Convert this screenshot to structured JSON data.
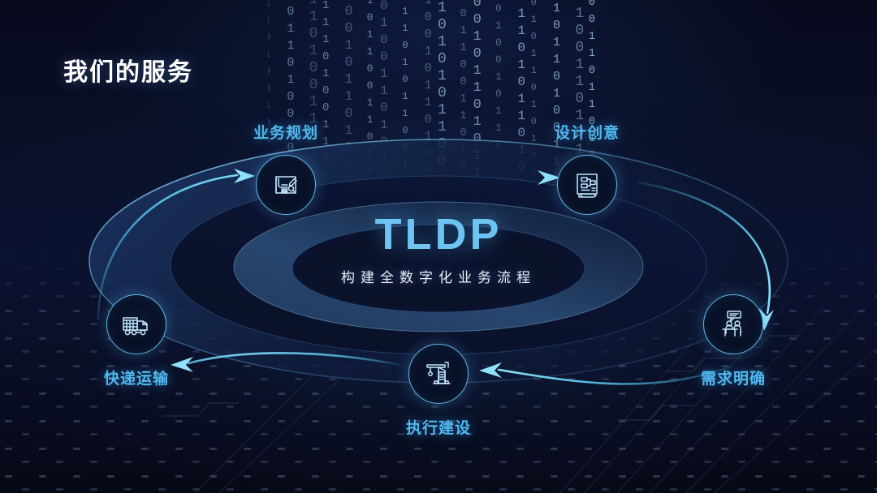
{
  "page": {
    "title": "我们的服务"
  },
  "center": {
    "brand": "TLDP",
    "tagline": "构建全数字化业务流程"
  },
  "colors": {
    "accent": "#4fb8ee",
    "brand_text": "#6ec3f0",
    "ring_stroke": "#63b8e6",
    "arrow": "#4fc4f0",
    "title_text": "#ffffff",
    "background": "#0a0f28",
    "binary_text": "#9fc4e8"
  },
  "flow": {
    "nodes": [
      {
        "id": "planning",
        "label": "业务规划",
        "icon": "blueprint-pencil-icon",
        "label_position": "top"
      },
      {
        "id": "design",
        "label": "设计创意",
        "icon": "flowchart-pencil-icon",
        "label_position": "top"
      },
      {
        "id": "require",
        "label": "需求明确",
        "icon": "meeting-discussion-icon",
        "label_position": "bottom"
      },
      {
        "id": "execute",
        "label": "执行建设",
        "icon": "crane-building-icon",
        "label_position": "bottom"
      },
      {
        "id": "ship",
        "label": "快递运输",
        "icon": "delivery-truck-icon",
        "label_position": "bottom"
      }
    ],
    "arrows": [
      {
        "from": "ship",
        "to": "planning",
        "direction": "up-right"
      },
      {
        "from": "planning",
        "to": "design",
        "direction": "right"
      },
      {
        "from": "design",
        "to": "require",
        "direction": "down-right"
      },
      {
        "from": "require",
        "to": "execute",
        "direction": "left"
      },
      {
        "from": "execute",
        "to": "ship",
        "direction": "up-left"
      }
    ]
  },
  "background": {
    "binary_digits": "0 1",
    "binary_columns": [
      "1101001011001",
      "0100110100101",
      "1011010011010",
      "0011101001101",
      "1100101101001",
      "0101100110101",
      "1010011010110",
      "0110101100101",
      "1001011010011",
      "0111010101100",
      "1010110011010",
      "0100101101011",
      "1101001011010",
      "0011010110100",
      "1010110101001",
      "0101101001110",
      "1100110101010",
      "0011011010011"
    ]
  }
}
